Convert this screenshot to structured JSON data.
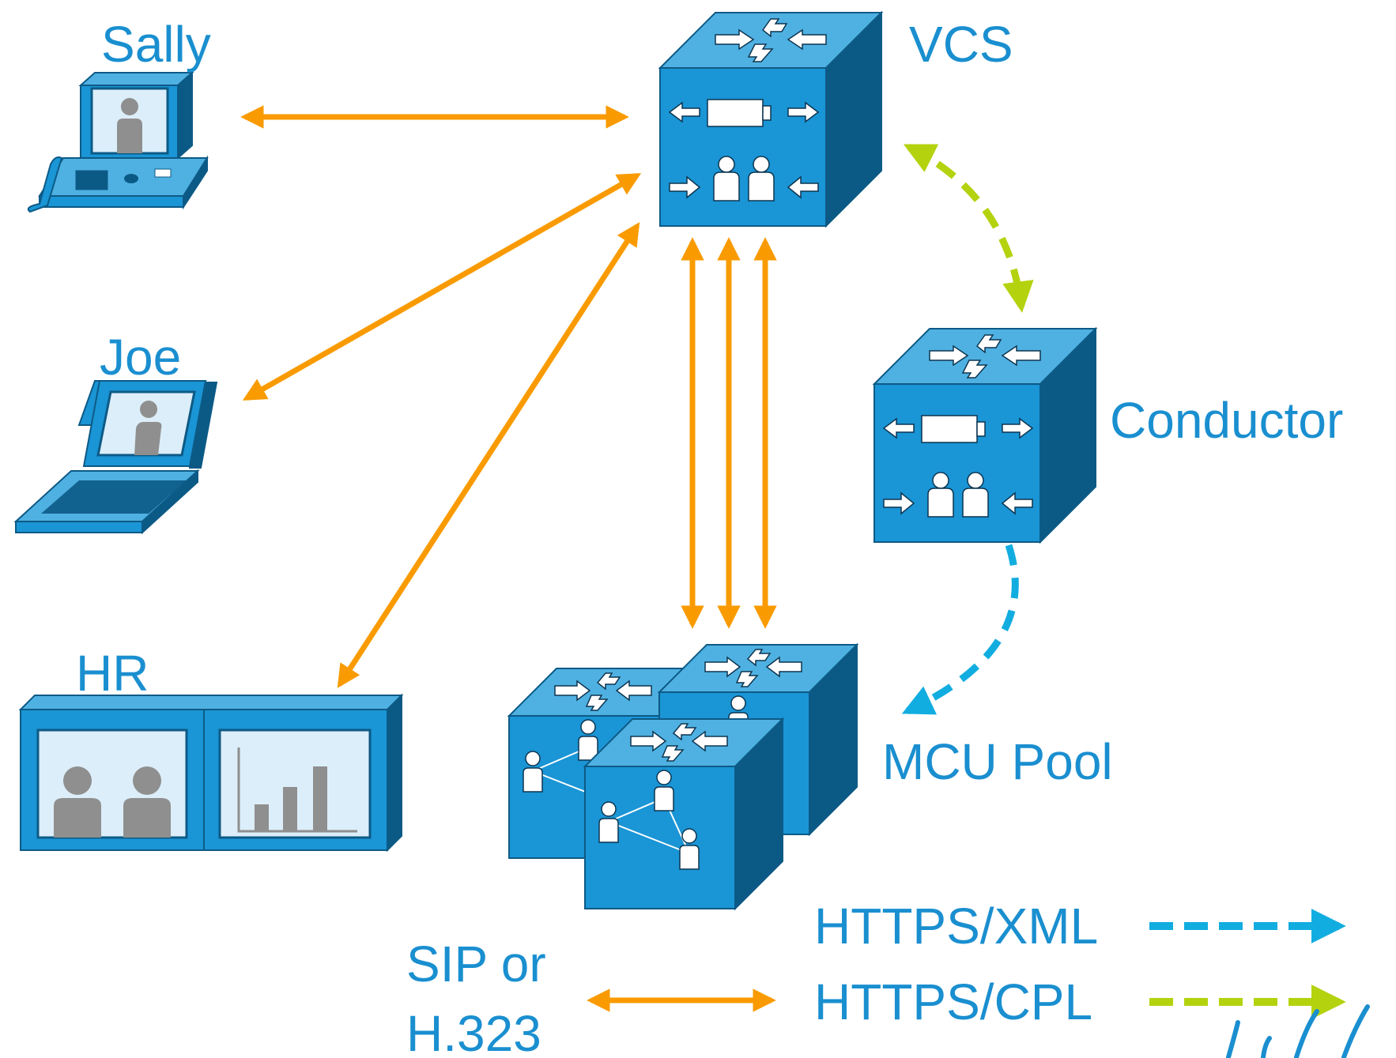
{
  "nodes": {
    "sally": "Sally",
    "vcs": "VCS",
    "joe": "Joe",
    "conductor": "Conductor",
    "hr": "HR",
    "mcu_pool": "MCU Pool"
  },
  "legend": {
    "sip_line1": "SIP or",
    "sip_line2": "H.323",
    "https_xml": "HTTPS/XML",
    "https_cpl": "HTTPS/CPL"
  },
  "colors": {
    "sip": "#f99b00",
    "https_xml": "#12ade0",
    "https_cpl": "#b5d20f",
    "label": "#1a8fd0",
    "device": "#1a95d5"
  }
}
